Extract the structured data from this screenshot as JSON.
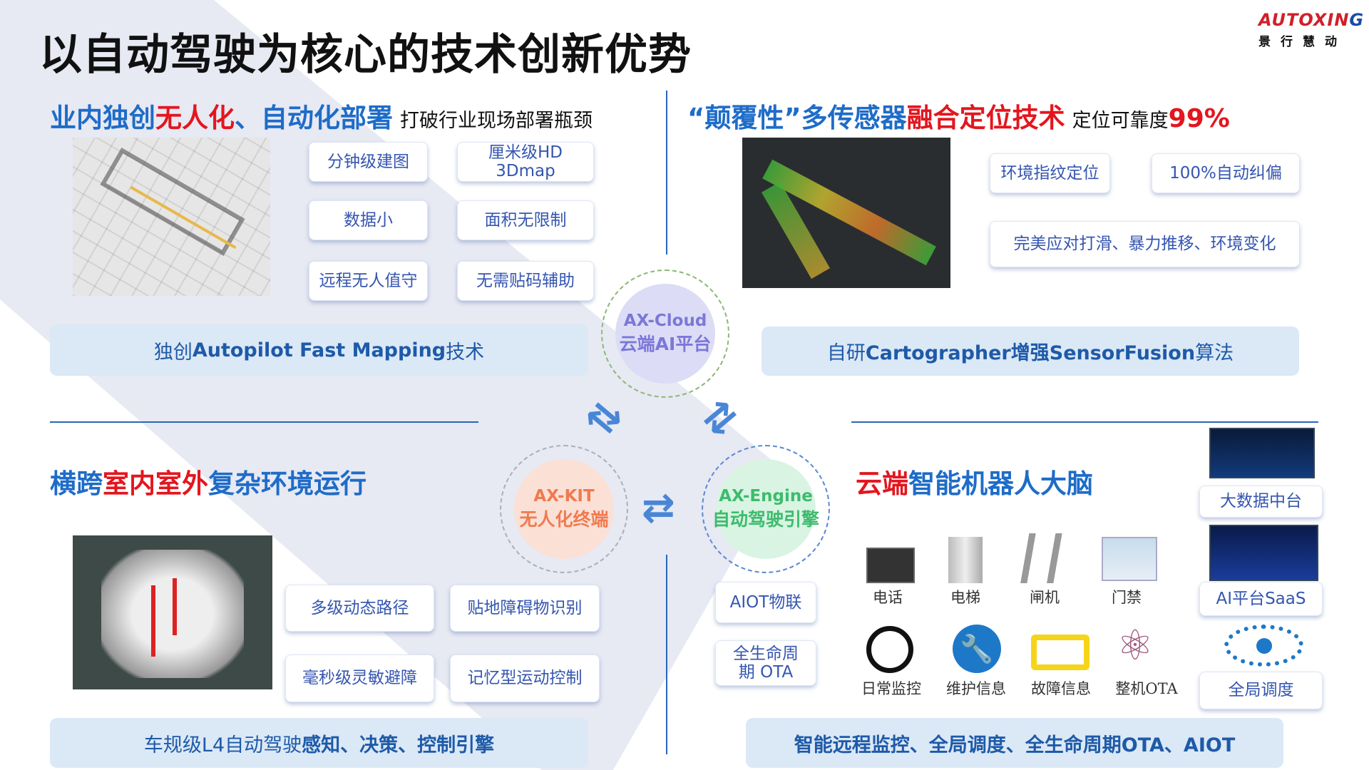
{
  "title": "以自动驾驶为核心的技术创新优势",
  "logo": {
    "en_red": "AUTOXIN",
    "en_blue": "G",
    "cn": "景行慧动"
  },
  "s1": {
    "h1": "业内独创",
    "h2": "无人化",
    "h3": "、自动化部署",
    "sub": "打破行业现场部署瓶颈",
    "tags": [
      "分钟级建图",
      "厘米级HD 3Dmap",
      "数据小",
      "面积无限制",
      "远程无人值守",
      "无需贴码辅助"
    ],
    "banner_a": "独创",
    "banner_b": "Autopilot Fast Mapping",
    "banner_c": "技术"
  },
  "s2": {
    "h1": "“颠覆性”多传感器",
    "h2": "融合定位技术",
    "sub": "定位可靠度",
    "pct": "99%",
    "tags": [
      "环境指纹定位",
      "100%自动纠偏",
      "完美应对打滑、暴力推移、环境变化"
    ],
    "banner_a": "自研",
    "banner_b": "Cartographer增强SensorFusion",
    "banner_c": "算法"
  },
  "s3": {
    "h1": "横跨",
    "h2": "室内室外",
    "h3": "复杂环境运行",
    "tags": [
      "多级动态路径",
      "贴地障碍物识别",
      "毫秒级灵敏避障",
      "记忆型运动控制"
    ],
    "banner_a": "车规级L4自动驾驶",
    "banner_b": "感知、决策、控制引擎"
  },
  "s4": {
    "h1": "云端",
    "h2": "智能机器人大脑",
    "devices": [
      "电话",
      "电梯",
      "闸机",
      "门禁"
    ],
    "functions": [
      "日常监控",
      "维护信息",
      "故障信息",
      "整机OTA"
    ],
    "side": [
      "大数据中台",
      "AI平台SaaS",
      "全局调度"
    ],
    "banner": "智能远程监控、全局调度、全生命周期OTA、AIOT"
  },
  "circles": {
    "cloud": {
      "name": "AX-Cloud",
      "desc": "云端AI平台",
      "color": "#7b78d8"
    },
    "kit": {
      "name": "AX-KIT",
      "desc": "无人化终端",
      "color": "#f07a4f"
    },
    "engine": {
      "name": "AX-Engine",
      "desc": "自动驾驶引擎",
      "color": "#3dbb6e"
    }
  },
  "engine_tags": [
    "AIOT物联",
    "全生命周期 OTA"
  ]
}
